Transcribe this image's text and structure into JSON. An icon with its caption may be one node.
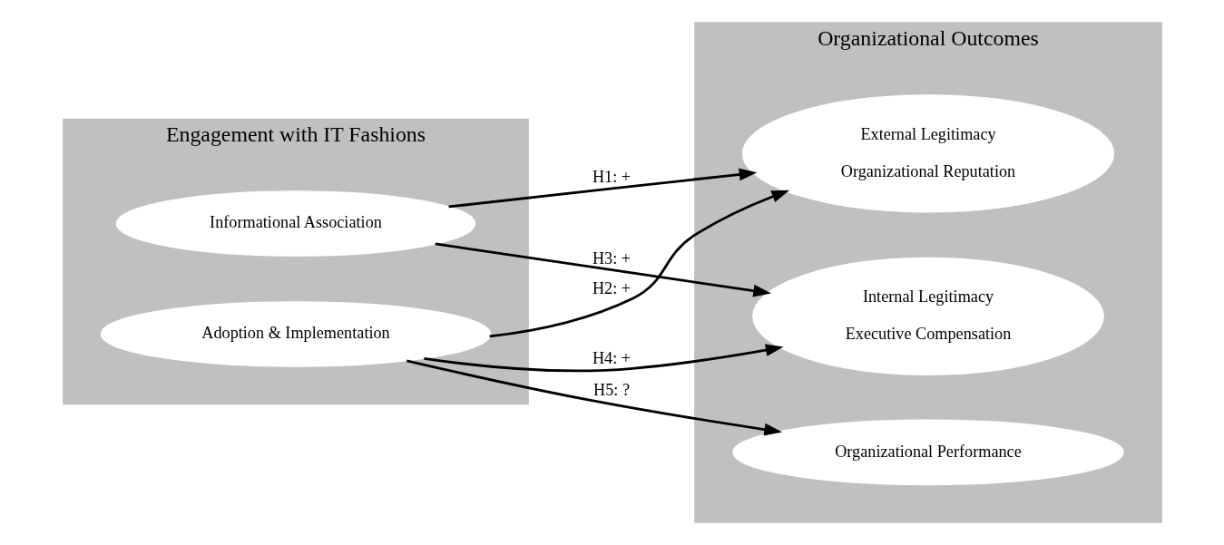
{
  "diagram": {
    "nodes": [
      {
        "text": [
          "Engagement with IT Fashions"
        ]
      },
      {
        "text": [
          "Informational Association"
        ],
        "in": 0
      },
      {
        "text": [
          "Adoption & Implementation"
        ],
        "in": 0
      },
      {
        "text": [
          "Organizational Outcomes"
        ]
      },
      {
        "text": [
          "External Legitimacy",
          "Organizational Reputation"
        ],
        "in": 3
      },
      {
        "text": [
          "Internal Legitimacy",
          "Executive Compensation"
        ],
        "in": 3
      },
      {
        "text": [
          "Organizational Performance"
        ],
        "in": 3
      }
    ],
    "edges": [
      {
        "from": 1,
        "to": 4,
        "arrow": "to",
        "label": "H1: +"
      },
      {
        "from": 1,
        "to": 5,
        "arrow": "to",
        "label": "H3: +"
      },
      {
        "from": 2,
        "to": 4,
        "arrow": "to",
        "label": "H2: +"
      },
      {
        "from": 2,
        "to": 5,
        "arrow": "to",
        "label": "H4: +"
      },
      {
        "from": 2,
        "to": 6,
        "arrow": "to",
        "label": "H5: ?"
      }
    ]
  }
}
